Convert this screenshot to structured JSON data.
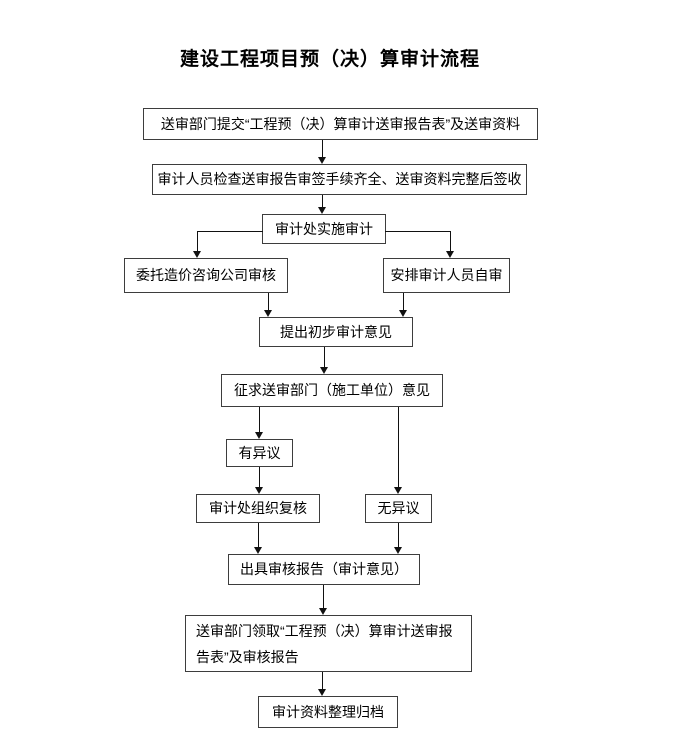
{
  "title": "建设工程项目预（决）算审计流程",
  "flowchart": {
    "background_color": "#ffffff",
    "box_border_color": "#3d3d3d",
    "line_color": "#111111",
    "nodes": [
      {
        "id": "submit-report",
        "label": "送审部门提交“工程预（决）算审计送审报告表”及送审资料"
      },
      {
        "id": "check-sign-in",
        "label": "审计人员检查送审报告审签手续齐全、送审资料完整后签收"
      },
      {
        "id": "implement-audit",
        "label": "审计处实施审计"
      },
      {
        "id": "entrust-consulting",
        "label": "委托造价咨询公司审核"
      },
      {
        "id": "self-audit",
        "label": "安排审计人员自审"
      },
      {
        "id": "preliminary-opinion",
        "label": "提出初步审计意见"
      },
      {
        "id": "solicit-opinion",
        "label": "征求送审部门（施工单位）意见"
      },
      {
        "id": "has-objection",
        "label": "有异议"
      },
      {
        "id": "organize-recheck",
        "label": "审计处组织复核"
      },
      {
        "id": "no-objection",
        "label": "无异议"
      },
      {
        "id": "issue-report",
        "label": "出具审核报告（审计意见）"
      },
      {
        "id": "receive-report",
        "label": "送审部门领取“工程预（决）算审计送审报告表”及审核报告"
      },
      {
        "id": "archive-materials",
        "label": "审计资料整理归档"
      }
    ]
  }
}
